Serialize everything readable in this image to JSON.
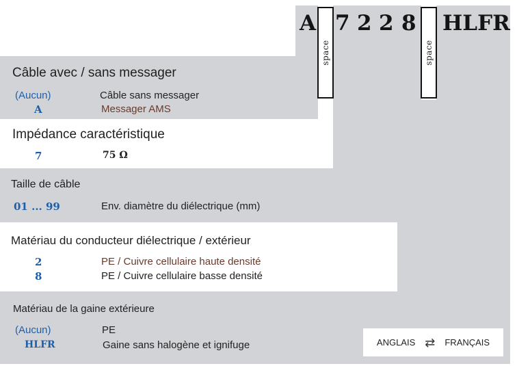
{
  "code": {
    "chars": [
      "A",
      "7",
      "2",
      "2",
      "8",
      "HLFR"
    ],
    "space_label": "space"
  },
  "sections": {
    "messenger": {
      "title": "Câble avec / sans messager",
      "options": [
        {
          "code": "(Aucun)",
          "desc": "Câble sans messager"
        },
        {
          "code": "A",
          "desc": "Messager AMS"
        }
      ]
    },
    "impedance": {
      "title": "Impédance caractéristique",
      "options": [
        {
          "code": "7",
          "desc": "75 Ω"
        }
      ]
    },
    "size": {
      "title": "Taille de câble",
      "options": [
        {
          "code": "01 ... 99",
          "desc": "Env. diamètre du diélectrique (mm)"
        }
      ]
    },
    "dielectric": {
      "title": "Matériau du conducteur diélectrique / extérieur",
      "options": [
        {
          "code": "2",
          "desc": "PE / Cuivre cellulaire haute densité"
        },
        {
          "code": "8",
          "desc": "PE / Cuivre cellulaire basse densité"
        }
      ]
    },
    "jacket": {
      "title": "Matériau de la gaine extérieure",
      "options": [
        {
          "code": "(Aucun)",
          "desc": "PE"
        },
        {
          "code": "HLFR",
          "desc": "Gaine sans halogène et ignifuge"
        }
      ]
    }
  },
  "language_toggle": {
    "left": "ANGLAIS",
    "right": "FRANÇAIS",
    "icon": "swap-arrows-icon"
  }
}
